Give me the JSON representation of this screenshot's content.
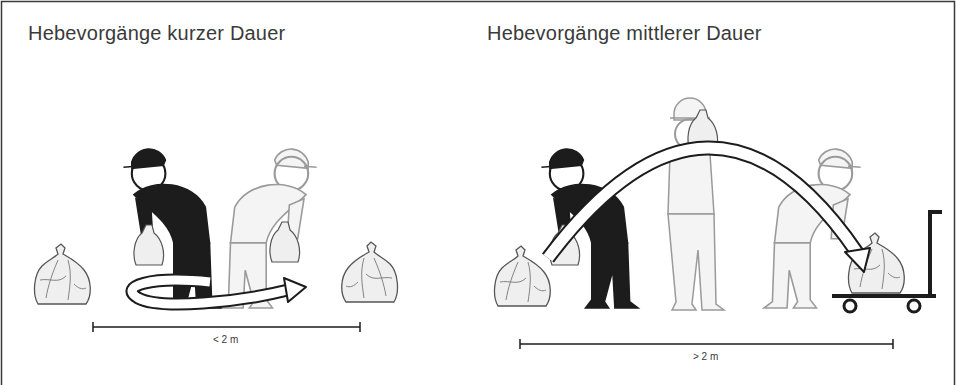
{
  "diagram": {
    "labels": [
      "Hebevorgänge kurzer Dauer",
      "Hebevorgänge mittlerer Dauer",
      "< 2 m",
      "> 2 m"
    ]
  }
}
